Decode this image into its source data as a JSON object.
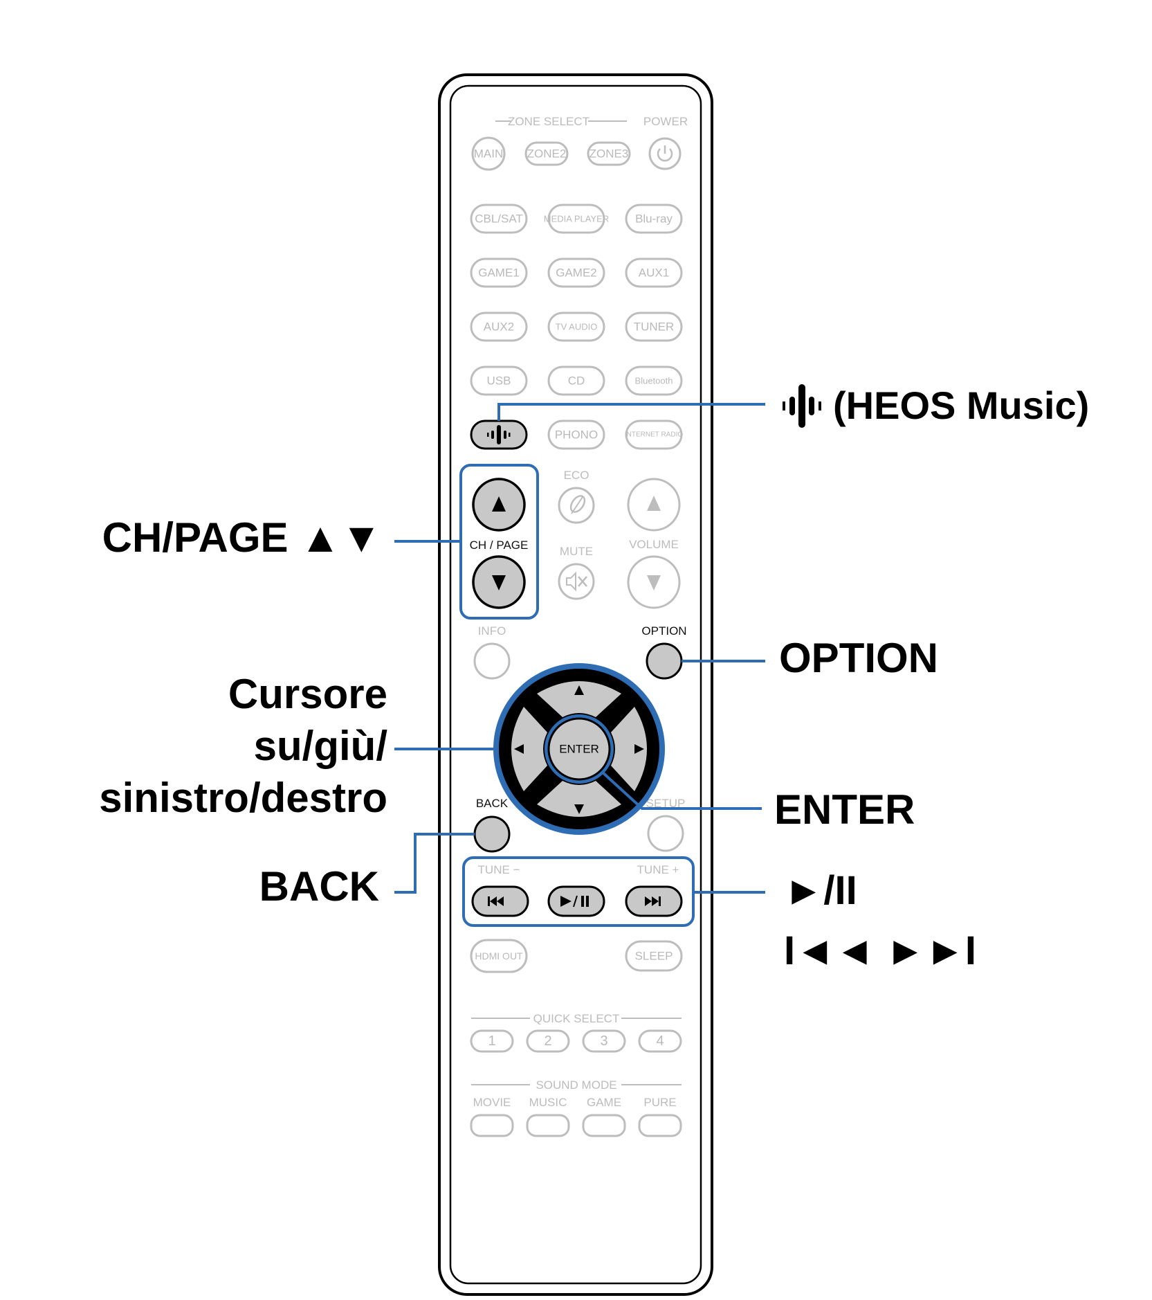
{
  "remote": {
    "zone_select": "ZONE SELECT",
    "power": "POWER",
    "zone_buttons": [
      "MAIN",
      "ZONE2",
      "ZONE3"
    ],
    "source_rows": [
      [
        "CBL/SAT",
        "MEDIA PLAYER",
        "Blu-ray"
      ],
      [
        "GAME1",
        "GAME2",
        "AUX1"
      ],
      [
        "AUX2",
        "TV AUDIO",
        "TUNER"
      ],
      [
        "USB",
        "CD",
        "Bluetooth"
      ],
      [
        "",
        "PHONO",
        "INTERNET RADIO"
      ]
    ],
    "eco": "ECO",
    "mute": "MUTE",
    "volume": "VOLUME",
    "ch_page": "CH / PAGE",
    "info": "INFO",
    "option": "OPTION",
    "enter": "ENTER",
    "back": "BACK",
    "setup": "SETUP",
    "tune_minus": "TUNE −",
    "tune_plus": "TUNE +",
    "hdmi_out": "HDMI OUT",
    "sleep": "SLEEP",
    "quick_select": "QUICK SELECT",
    "quick_buttons": [
      "1",
      "2",
      "3",
      "4"
    ],
    "sound_mode": "SOUND MODE",
    "sound_modes": [
      "MOVIE",
      "MUSIC",
      "GAME",
      "PURE"
    ]
  },
  "callouts": {
    "heos": "(HEOS Music)",
    "ch_page": "CH/PAGE ▲▼",
    "option": "OPTION",
    "cursor_line1": "Cursore",
    "cursor_line2": "su/giù/",
    "cursor_line3": "sinistro/destro",
    "enter": "ENTER",
    "back": "BACK",
    "play_pause": "►/II",
    "skip": "I◄◄ ►►I"
  },
  "colors": {
    "highlight": "#2e6db4",
    "button_fill": "#c8c8c8",
    "faded": "#bdbdbd",
    "outline": "#000000"
  }
}
